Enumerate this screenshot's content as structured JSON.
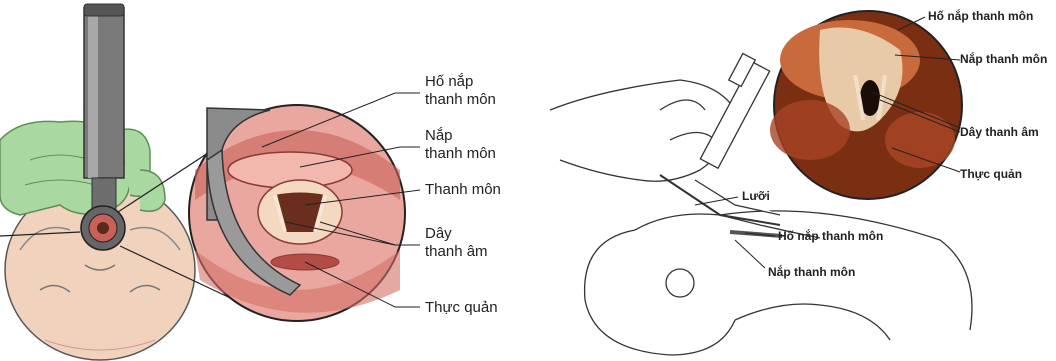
{
  "left_panel": {
    "labels": {
      "vallecula": "Hố nắp\nthanh môn",
      "epiglottis": "Nắp\nthanh môn",
      "glottis": "Thanh môn",
      "vocal_cords": "Dây\nthanh âm",
      "esophagus": "Thực quản"
    }
  },
  "right_panel": {
    "labels": {
      "vallecula": "Hố nắp thanh môn",
      "epiglottis": "Nắp thanh môn",
      "vocal_cords": "Dây thanh âm",
      "esophagus": "Thực quản",
      "tongue": "Lưỡi",
      "vallecula_side": "Hố nắp thanh môn",
      "epiglottis_side": "Nắp thanh môn"
    }
  },
  "colors": {
    "glove": "#a9d8a0",
    "skin": "#f1d3bd",
    "tissue": "#c9605a",
    "tissue_light": "#e9a79f",
    "instrument": "#7a7a7a",
    "photo_bg": "#7a2f12"
  }
}
